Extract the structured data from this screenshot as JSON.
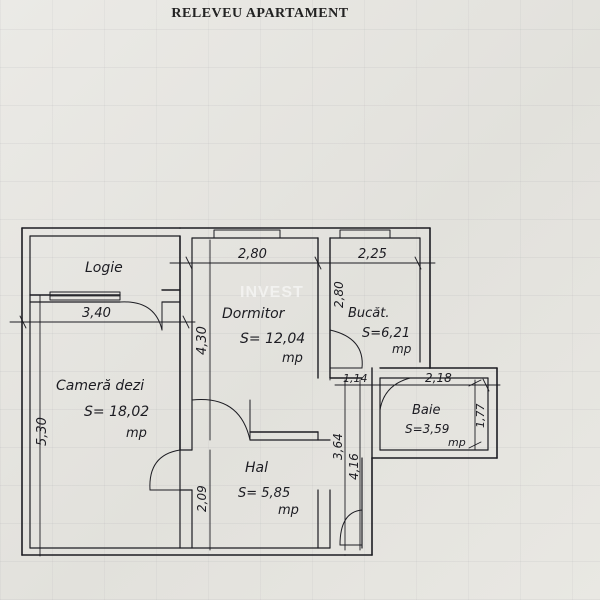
{
  "header": {
    "title": "RELEVEU APARTAMENT"
  },
  "watermark": {
    "text": "INVEST"
  },
  "rooms": {
    "logie": {
      "name": "Logie"
    },
    "camera": {
      "name": "Cameră dezi",
      "area": "S= 18,02",
      "unit": "mp"
    },
    "dormitor": {
      "name": "Dormitor",
      "area": "S= 12,04",
      "unit": "mp"
    },
    "bucatarie": {
      "name": "Bucăt.",
      "area": "S=6,21",
      "unit": "mp"
    },
    "baie": {
      "name": "Baie",
      "area": "S=3,59",
      "unit": "mp"
    },
    "hal": {
      "name": "Hal",
      "area": "S= 5,85",
      "unit": "mp"
    }
  },
  "dimensions": {
    "d_340": "3,40",
    "d_280": "2,80",
    "d_225": "2,25",
    "d_218": "2,18",
    "d_114": "1,14",
    "d_530": "5,30",
    "d_430": "4,30",
    "d_280v": "2,80",
    "d_209": "2,09",
    "d_364": "3,64",
    "d_416": "4,16",
    "d_177": "1,77"
  }
}
